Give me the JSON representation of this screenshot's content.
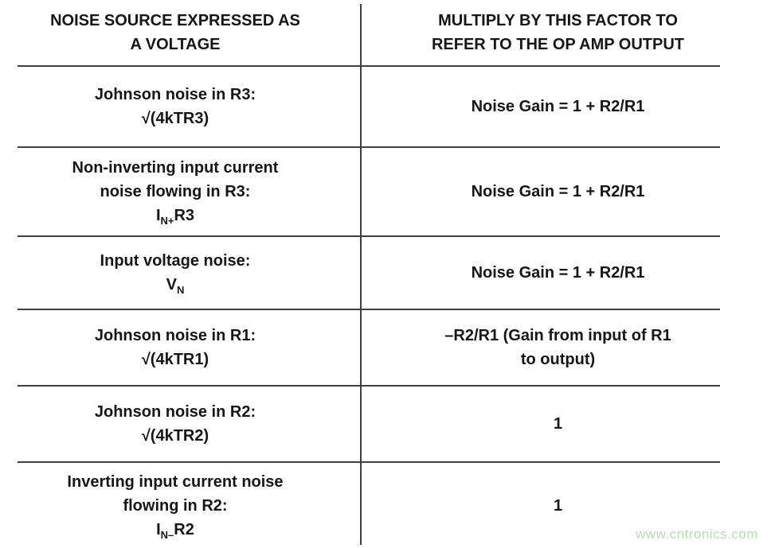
{
  "table": {
    "header_left": [
      "NOISE SOURCE EXPRESSED AS",
      "A VOLTAGE"
    ],
    "header_right": [
      "MULTIPLY BY THIS FACTOR TO",
      "REFER TO THE OP AMP OUTPUT"
    ],
    "rows": [
      {
        "source": [
          "Johnson noise in R3:",
          "√(4kTR3)"
        ],
        "factor": [
          "Noise Gain = 1 + R2/R1"
        ]
      },
      {
        "source": [
          "Non-inverting input current",
          "noise flowing in R3:"
        ],
        "formula": {
          "base": "I",
          "sub": "N+",
          "rest": "R3"
        },
        "factor": [
          "Noise Gain = 1 + R2/R1"
        ]
      },
      {
        "source": [
          "Input voltage noise:"
        ],
        "formula": {
          "base": "V",
          "sub": "N",
          "rest": ""
        },
        "factor": [
          "Noise Gain = 1 + R2/R1"
        ]
      },
      {
        "source": [
          "Johnson noise in R1:",
          "√(4kTR1)"
        ],
        "factor": [
          "–R2/R1 (Gain from input of R1",
          "to output)"
        ]
      },
      {
        "source": [
          "Johnson noise in R2:",
          "√(4kTR2)"
        ],
        "factor": [
          "1"
        ]
      },
      {
        "source": [
          "Inverting input current noise",
          "flowing in R2:"
        ],
        "formula": {
          "base": "I",
          "sub": "N–",
          "rest": "R2"
        },
        "factor": [
          "1"
        ]
      }
    ]
  },
  "watermark": "www.cntronics.com",
  "colors": {
    "text": "#161616",
    "line": "#3f3f3f",
    "watermark": "#b6dfb0",
    "background": "#ffffff"
  }
}
